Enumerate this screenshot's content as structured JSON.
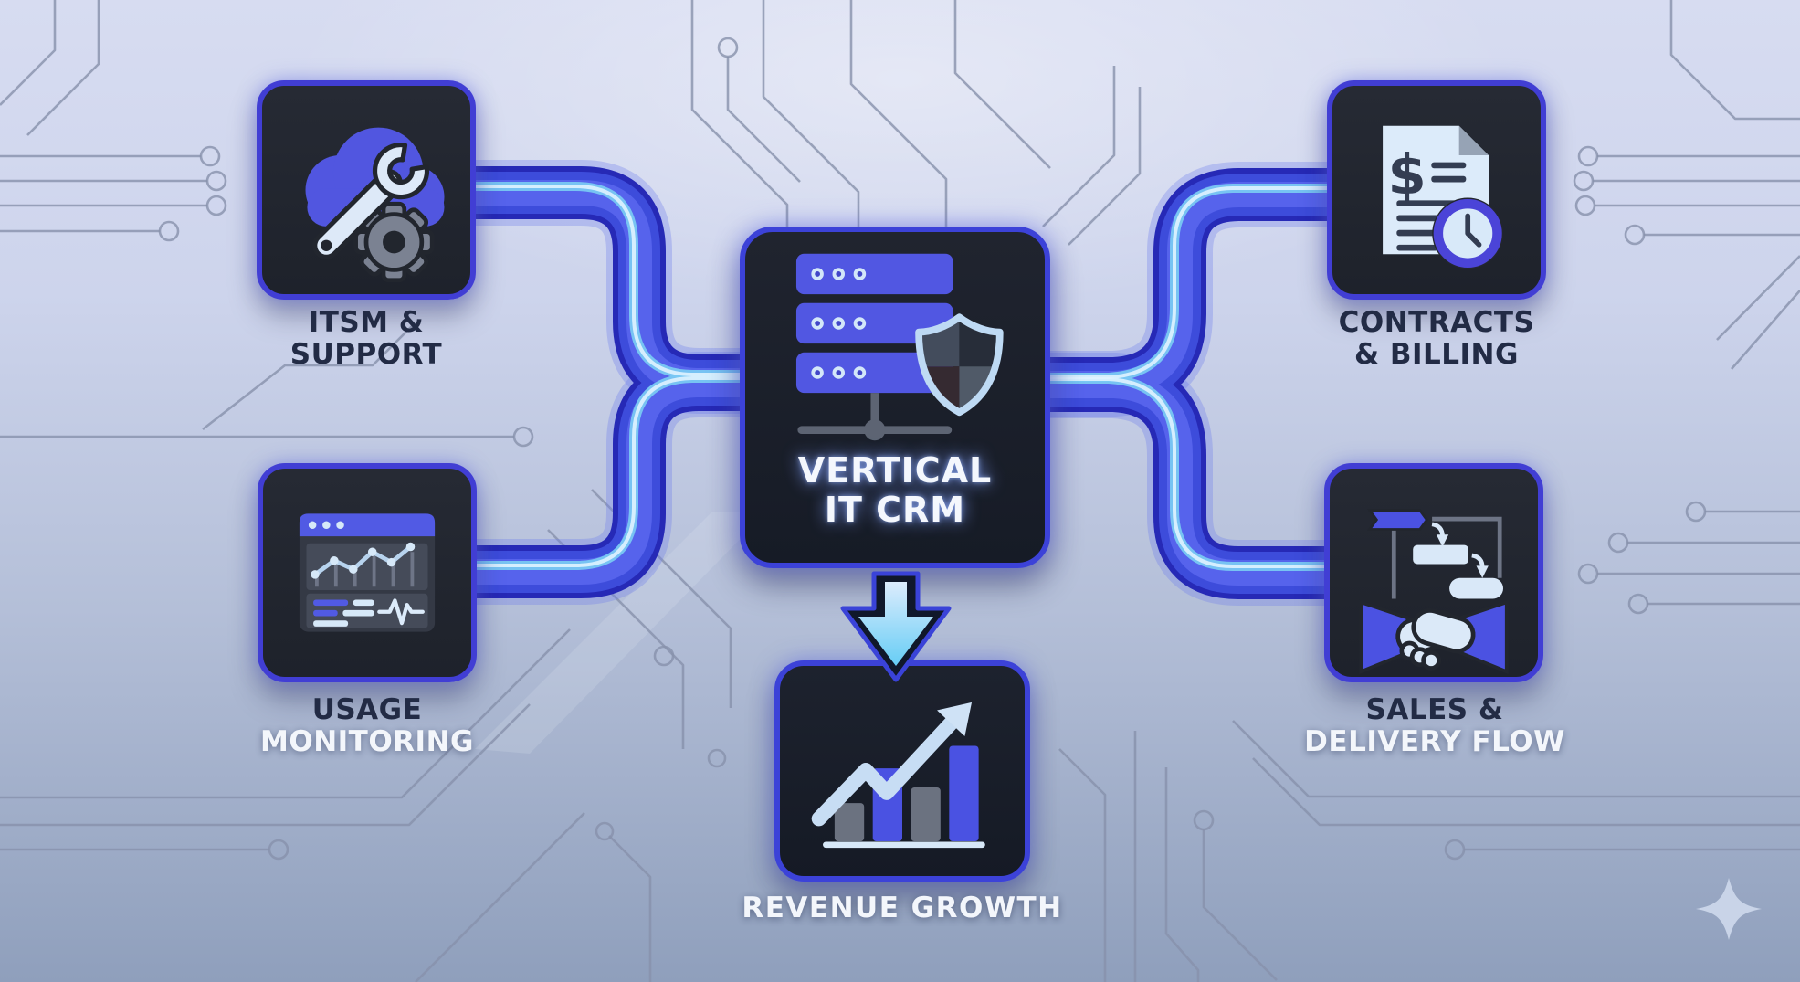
{
  "nodes": {
    "center": {
      "line1": "VERTICAL",
      "line2": "IT CRM"
    },
    "itsm": {
      "line1": "ITSM &",
      "line2": "SUPPORT"
    },
    "usage": {
      "line1": "USAGE",
      "line2": "MONITORING"
    },
    "contracts": {
      "line1": "CONTRACTS",
      "line2": "& BILLING"
    },
    "sales": {
      "line1": "SALES &",
      "line2": "DELIVERY FLOW"
    },
    "revenue": {
      "line1": "REVENUE GROWTH"
    }
  },
  "icons": {
    "center": "server-shield-network-icon",
    "itsm": "cloud-wrench-gear-icon",
    "usage": "dashboard-analytics-icon",
    "contracts": "invoice-clock-icon",
    "sales": "flowchart-handshake-icon",
    "revenue": "growth-chart-icon",
    "decoration": "four-point-sparkle-icon"
  },
  "colors": {
    "background_top": "#d6dbf0",
    "background_bottom": "#8c9cba",
    "tile_background": "#23262e",
    "tile_border": "#423ed6",
    "pipe_outer": "#2629b6",
    "pipe_mid": "#3d4cdb",
    "pipe_highlight": "#79c8f3",
    "label_dark": "#222b45",
    "label_light": "#f3f6fb",
    "accent_indigo": "#5157e2",
    "icon_light": "#dbe9f8"
  }
}
